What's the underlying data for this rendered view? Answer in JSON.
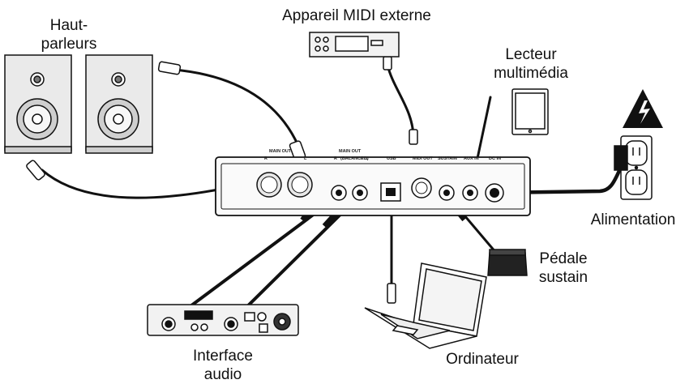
{
  "labels": {
    "speakers": [
      "Haut-",
      "parleurs"
    ],
    "midi_device": "Appareil MIDI externe",
    "media_player": [
      "Lecteur",
      "multimédia"
    ],
    "power": "Alimentation",
    "pedal": [
      "Pédale",
      "sustain"
    ],
    "computer": "Ordinateur",
    "audio_interface": [
      "Interface",
      "audio"
    ]
  },
  "panel": {
    "main_out_top": "MAIN OUT",
    "main_out_right": "MAIN OUT",
    "balanced": "(BALANCED)",
    "r": "R",
    "l": "L",
    "usb": "USB",
    "midi_out": "MIDI OUT",
    "sustain": "SUSTAIN",
    "aux_in": "AUX IN",
    "dc_in": "DC IN"
  },
  "colors": {
    "line": "#111111",
    "device_fill": "#f2f2f2",
    "speaker_fill": "#e6e6e6"
  },
  "icons": [
    "speaker-icon",
    "midi-device-icon",
    "tablet-icon",
    "wall-outlet-icon",
    "lightning-icon",
    "sustain-pedal-icon",
    "laptop-icon",
    "audio-interface-icon"
  ]
}
